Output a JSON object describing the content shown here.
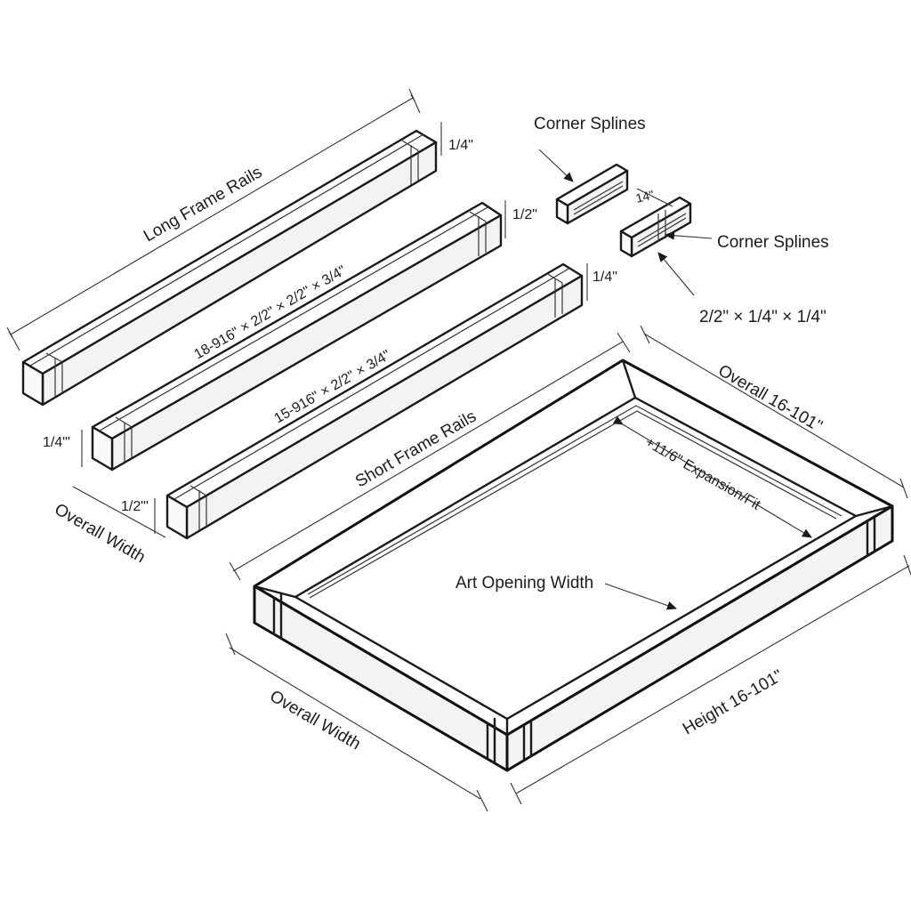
{
  "labels": {
    "long_frame_rails": "Long Frame Rails",
    "short_frame_rails": "Short Frame Rails",
    "corner_splines_top": "Corner Splines",
    "corner_splines_side": "Corner Splines",
    "spline_dims": "2/2\" × 1/4\" × 1/4\"",
    "rail1_dims": "18-916\" × 2/2\" × 2/2\" × 3/4\"",
    "rail2_dims": "15-916\" × 2/2\" × 3/4\"",
    "rail1_thickness": "1/4\"",
    "rail2_thickness": "1/2\"",
    "rail3_thickness": "1/4\"",
    "left_thickness_a": "1/4\"'",
    "left_thickness_b": "1/2\"'",
    "spline_thickness": "14\"",
    "overall_width_left": "Overall Width",
    "overall_width_bottom": "Overall Width",
    "overall_length": "Overall 16-101\"",
    "expansion_fit": "+11/6\" Expansion/Fit",
    "art_opening_width": "Art Opening Width",
    "height": "Height 16-101\""
  },
  "colors": {
    "line": "#1a1a1a",
    "background": "#ffffff",
    "side_face": "#f3f3f3"
  }
}
